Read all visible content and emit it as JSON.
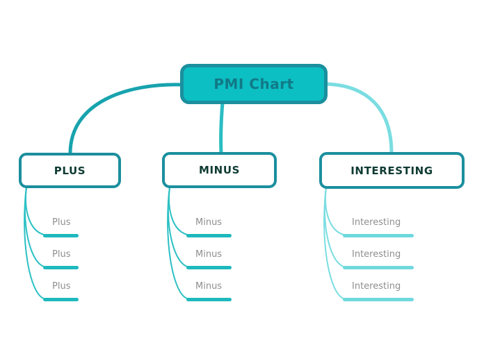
{
  "root": {
    "label": "PMI Chart"
  },
  "branches": [
    {
      "label": "PLUS",
      "items": [
        "Plus",
        "Plus",
        "Plus"
      ]
    },
    {
      "label": "MINUS",
      "items": [
        "Minus",
        "Minus",
        "Minus"
      ]
    },
    {
      "label": "INTERESTING",
      "items": [
        "Interesting",
        "Interesting",
        "Interesting"
      ]
    }
  ],
  "colors": {
    "background": "#ffffff",
    "root_fill": "#0cbfc3",
    "node_border": "#1b8f9e",
    "root_text": "#117987",
    "branch_text": "#0e3b33",
    "leaf_text": "#8e8e8e",
    "branch_accent_main": "#1db9be",
    "branch_accent_light": "#6fd9dd",
    "connector_left": "#17a3ae",
    "connector_middle": "#2abdc3",
    "connector_right": "#7adde1",
    "leaf_connector_main": "#2cc0c4",
    "leaf_connector_light": "#7adde1"
  }
}
